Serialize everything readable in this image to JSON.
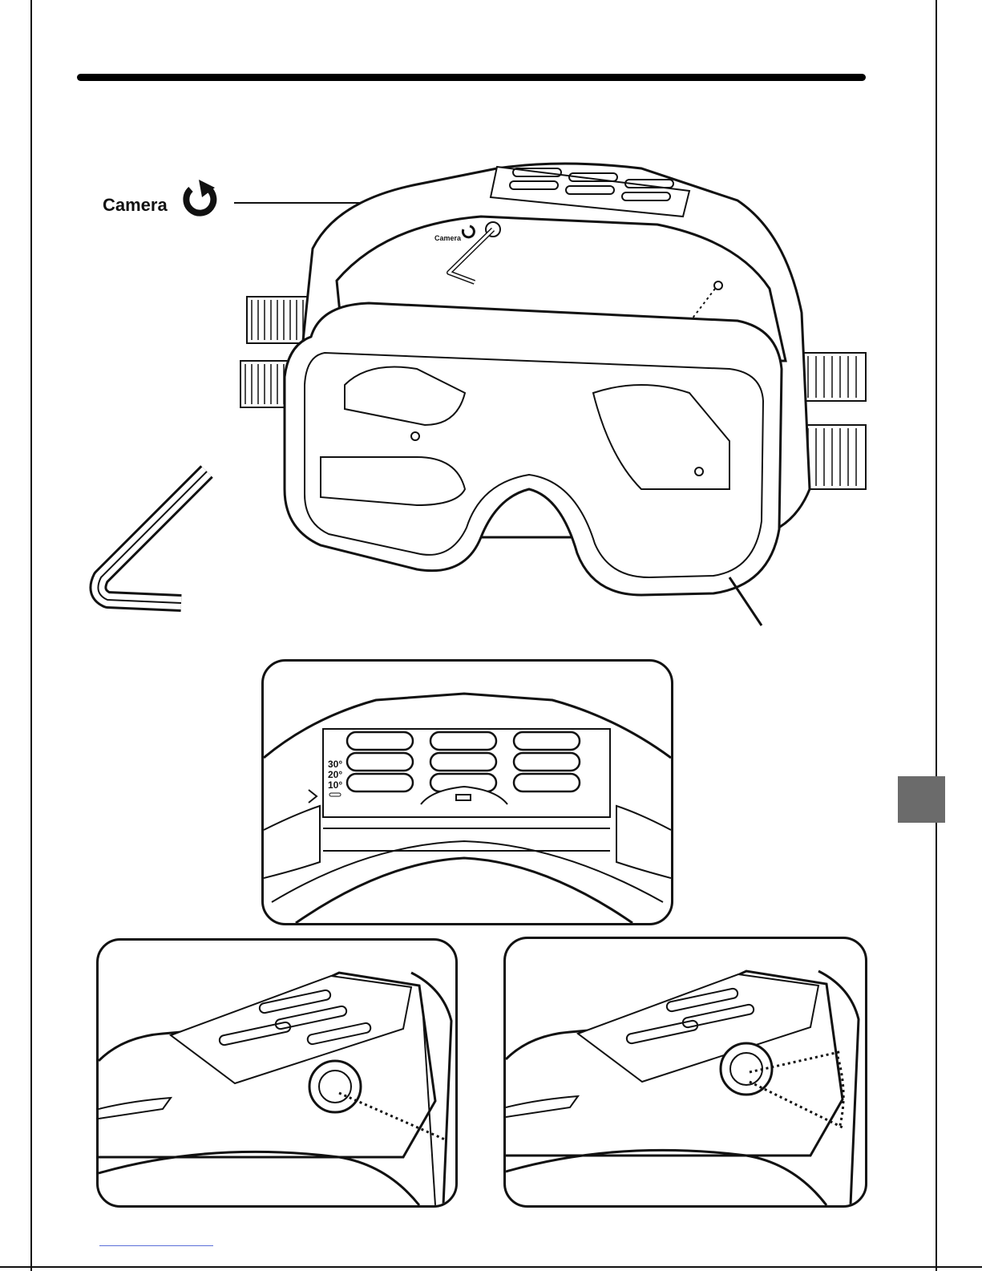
{
  "callout": {
    "camera_label": "Camera",
    "camera_icon": "rotate-counterclockwise-icon"
  },
  "illustration": {
    "device_label": "Camera",
    "tool": "allen-key-icon"
  },
  "detail_top": {
    "angle_marks": [
      "30°",
      "20°",
      "10°"
    ]
  },
  "side_tab": {
    "color": "#6b6b6b"
  }
}
